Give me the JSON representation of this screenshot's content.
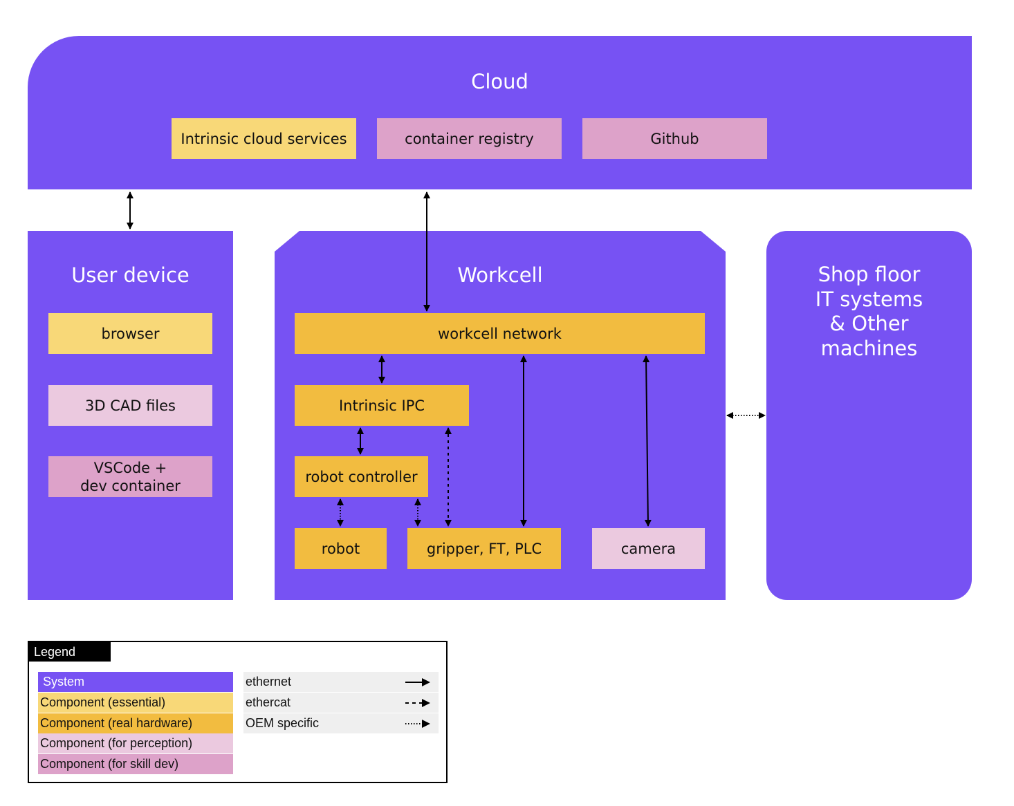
{
  "systems": {
    "cloud": {
      "title": "Cloud",
      "components": [
        {
          "label": "Intrinsic cloud services",
          "type": "essential"
        },
        {
          "label": "container registry",
          "type": "skill_dev"
        },
        {
          "label": "Github",
          "type": "skill_dev"
        }
      ]
    },
    "user_device": {
      "title": "User device",
      "components": [
        {
          "label": "browser",
          "type": "essential"
        },
        {
          "label": "3D CAD files",
          "type": "perception"
        },
        {
          "label": "VSCode +\ndev container",
          "type": "skill_dev"
        }
      ]
    },
    "workcell": {
      "title": "Workcell",
      "components": {
        "network": "workcell network",
        "ipc": "Intrinsic IPC",
        "robot_controller": "robot controller",
        "robot": "robot",
        "gripper": "gripper, FT, PLC",
        "camera": "camera"
      }
    },
    "shop_floor": {
      "title": "Shop floor\nIT systems\n& Other\nmachines"
    }
  },
  "connections": [
    {
      "from": "Cloud",
      "to": "User device",
      "kind": "ethernet"
    },
    {
      "from": "Cloud",
      "to": "workcell network",
      "kind": "ethernet"
    },
    {
      "from": "workcell network",
      "to": "Intrinsic IPC",
      "kind": "ethernet"
    },
    {
      "from": "workcell network",
      "to": "gripper, FT, PLC",
      "kind": "ethernet"
    },
    {
      "from": "workcell network",
      "to": "camera",
      "kind": "ethernet"
    },
    {
      "from": "Intrinsic IPC",
      "to": "robot controller",
      "kind": "ethernet"
    },
    {
      "from": "Intrinsic IPC",
      "to": "gripper, FT, PLC",
      "kind": "ethercat"
    },
    {
      "from": "robot controller",
      "to": "robot",
      "kind": "oem"
    },
    {
      "from": "robot controller",
      "to": "gripper, FT, PLC",
      "kind": "oem"
    },
    {
      "from": "Workcell",
      "to": "Shop floor",
      "kind": "oem"
    }
  ],
  "legend": {
    "title": "Legend",
    "colors": [
      {
        "label": "System",
        "color": "#7752F3",
        "text_color": "#ffffff"
      },
      {
        "label": "Component (essential)",
        "color": "#F8D878",
        "text_color": "#111111"
      },
      {
        "label": "Component (real hardware)",
        "color": "#F2BC40",
        "text_color": "#111111"
      },
      {
        "label": "Component (for perception)",
        "color": "#EBC9DF",
        "text_color": "#111111"
      },
      {
        "label": "Component (for skill dev)",
        "color": "#DDA2C9",
        "text_color": "#111111"
      }
    ],
    "lines": [
      {
        "label": "ethernet",
        "style": "solid"
      },
      {
        "label": "ethercat",
        "style": "dashed"
      },
      {
        "label": "OEM specific",
        "style": "dotted"
      }
    ]
  },
  "colors": {
    "system": "#7752F3",
    "essential": "#F8D878",
    "real_hardware": "#F2BC40",
    "perception": "#EBC9DF",
    "skill_dev": "#DDA2C9"
  }
}
